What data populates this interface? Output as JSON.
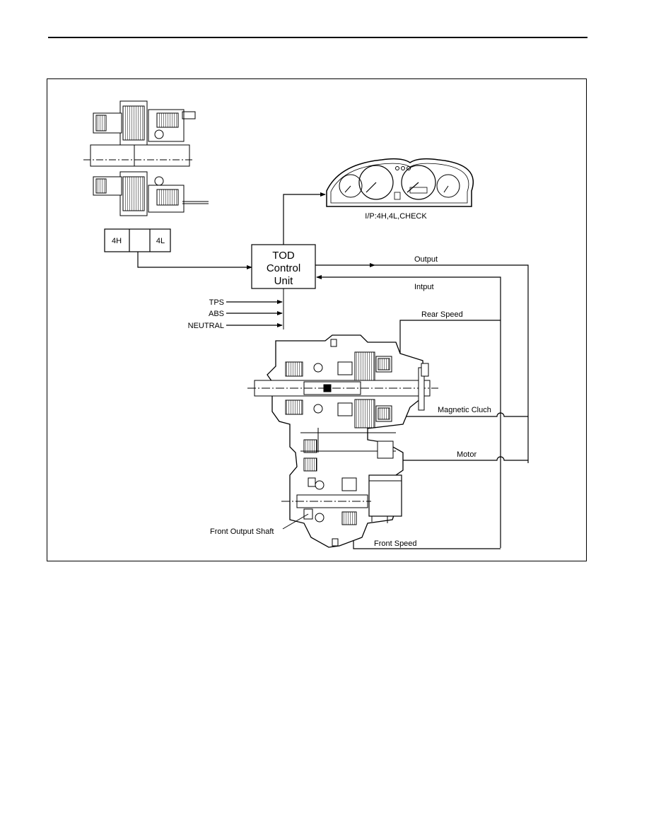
{
  "diagram": {
    "switch": {
      "left_label": "4H",
      "right_label": "4L"
    },
    "control_unit": {
      "line1": "TOD",
      "line2": "Control",
      "line3": "Unit"
    },
    "cluster_caption": "I/P:4H,4L,CHECK",
    "inputs": {
      "tps": "TPS",
      "abs": "ABS",
      "neutral": "NEUTRAL"
    },
    "signals": {
      "output": "Output",
      "input": "Intput",
      "rear_speed": "Rear Speed",
      "magnetic_clutch": "Magnetic Cluch",
      "motor": "Motor",
      "front_speed": "Front Speed",
      "front_output_shaft": "Front Output Shaft"
    }
  }
}
